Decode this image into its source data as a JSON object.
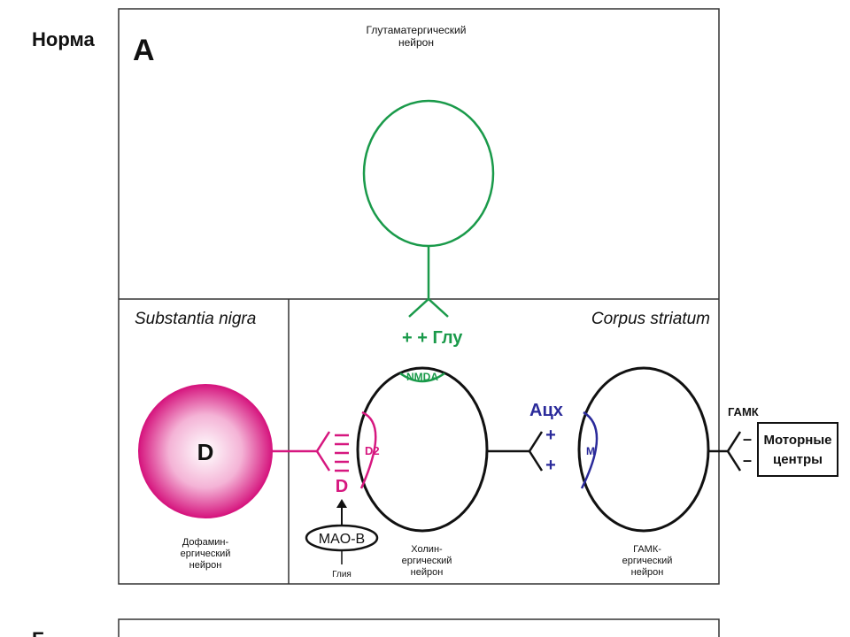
{
  "labels": {
    "norm": "Норма",
    "panel_letter": "А",
    "bottom_cut": "Б",
    "glutamate_neuron_line1": "Глутаматергический",
    "glutamate_neuron_line2": "нейрон",
    "substantia_nigra": "Substantia nigra",
    "corpus_striatum": "Corpus striatum",
    "glu_signal": "+ + Глу",
    "nmda": "NMDA",
    "dopamine_letter": "D",
    "dopamine_release": "D",
    "d2_receptor": "D2",
    "dopamine_neuron_line1": "Дофамин-",
    "dopamine_neuron_line2": "ергический",
    "dopamine_neuron_line3": "нейрон",
    "mao_b": "MAO-B",
    "glia": "Глия",
    "cholin_neuron_line1": "Холин-",
    "cholin_neuron_line2": "ергический",
    "cholin_neuron_line3": "нейрон",
    "ach": "Ацх",
    "plus": "+",
    "m_receptor": "М",
    "gaba_neuron_line1": "ГАМК-",
    "gaba_neuron_line2": "ергический",
    "gaba_neuron_line3": "нейрон",
    "gaba": "ГАМК",
    "minus": "–",
    "motor_line1": "Моторные",
    "motor_line2": "центры"
  },
  "colors": {
    "glutamate": "#1a9a4a",
    "dopamine": "#d6177f",
    "ach": "#2a2a9a",
    "outline": "#111111"
  }
}
